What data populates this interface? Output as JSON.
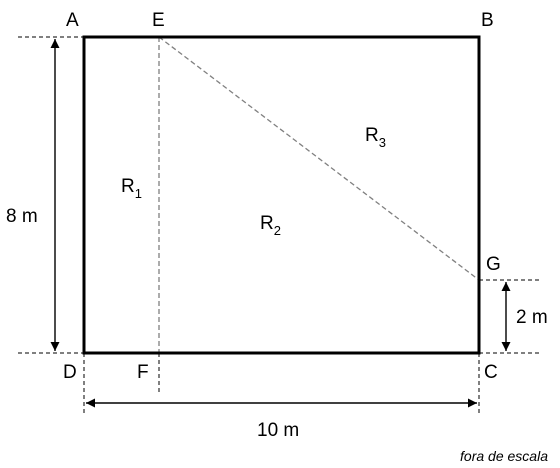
{
  "points": {
    "a": "A",
    "b": "B",
    "c": "C",
    "d": "D",
    "e": "E",
    "f": "F",
    "g": "G"
  },
  "regions": {
    "r1": {
      "letter": "R",
      "index": "1"
    },
    "r2": {
      "letter": "R",
      "index": "2"
    },
    "r3": {
      "letter": "R",
      "index": "3"
    }
  },
  "dimensions": {
    "height": "8 m",
    "width": "10 m",
    "segment_cg": "2 m"
  },
  "note": "fora de escala",
  "colors": {
    "outline": "#000000",
    "diagonal": "#808080"
  }
}
